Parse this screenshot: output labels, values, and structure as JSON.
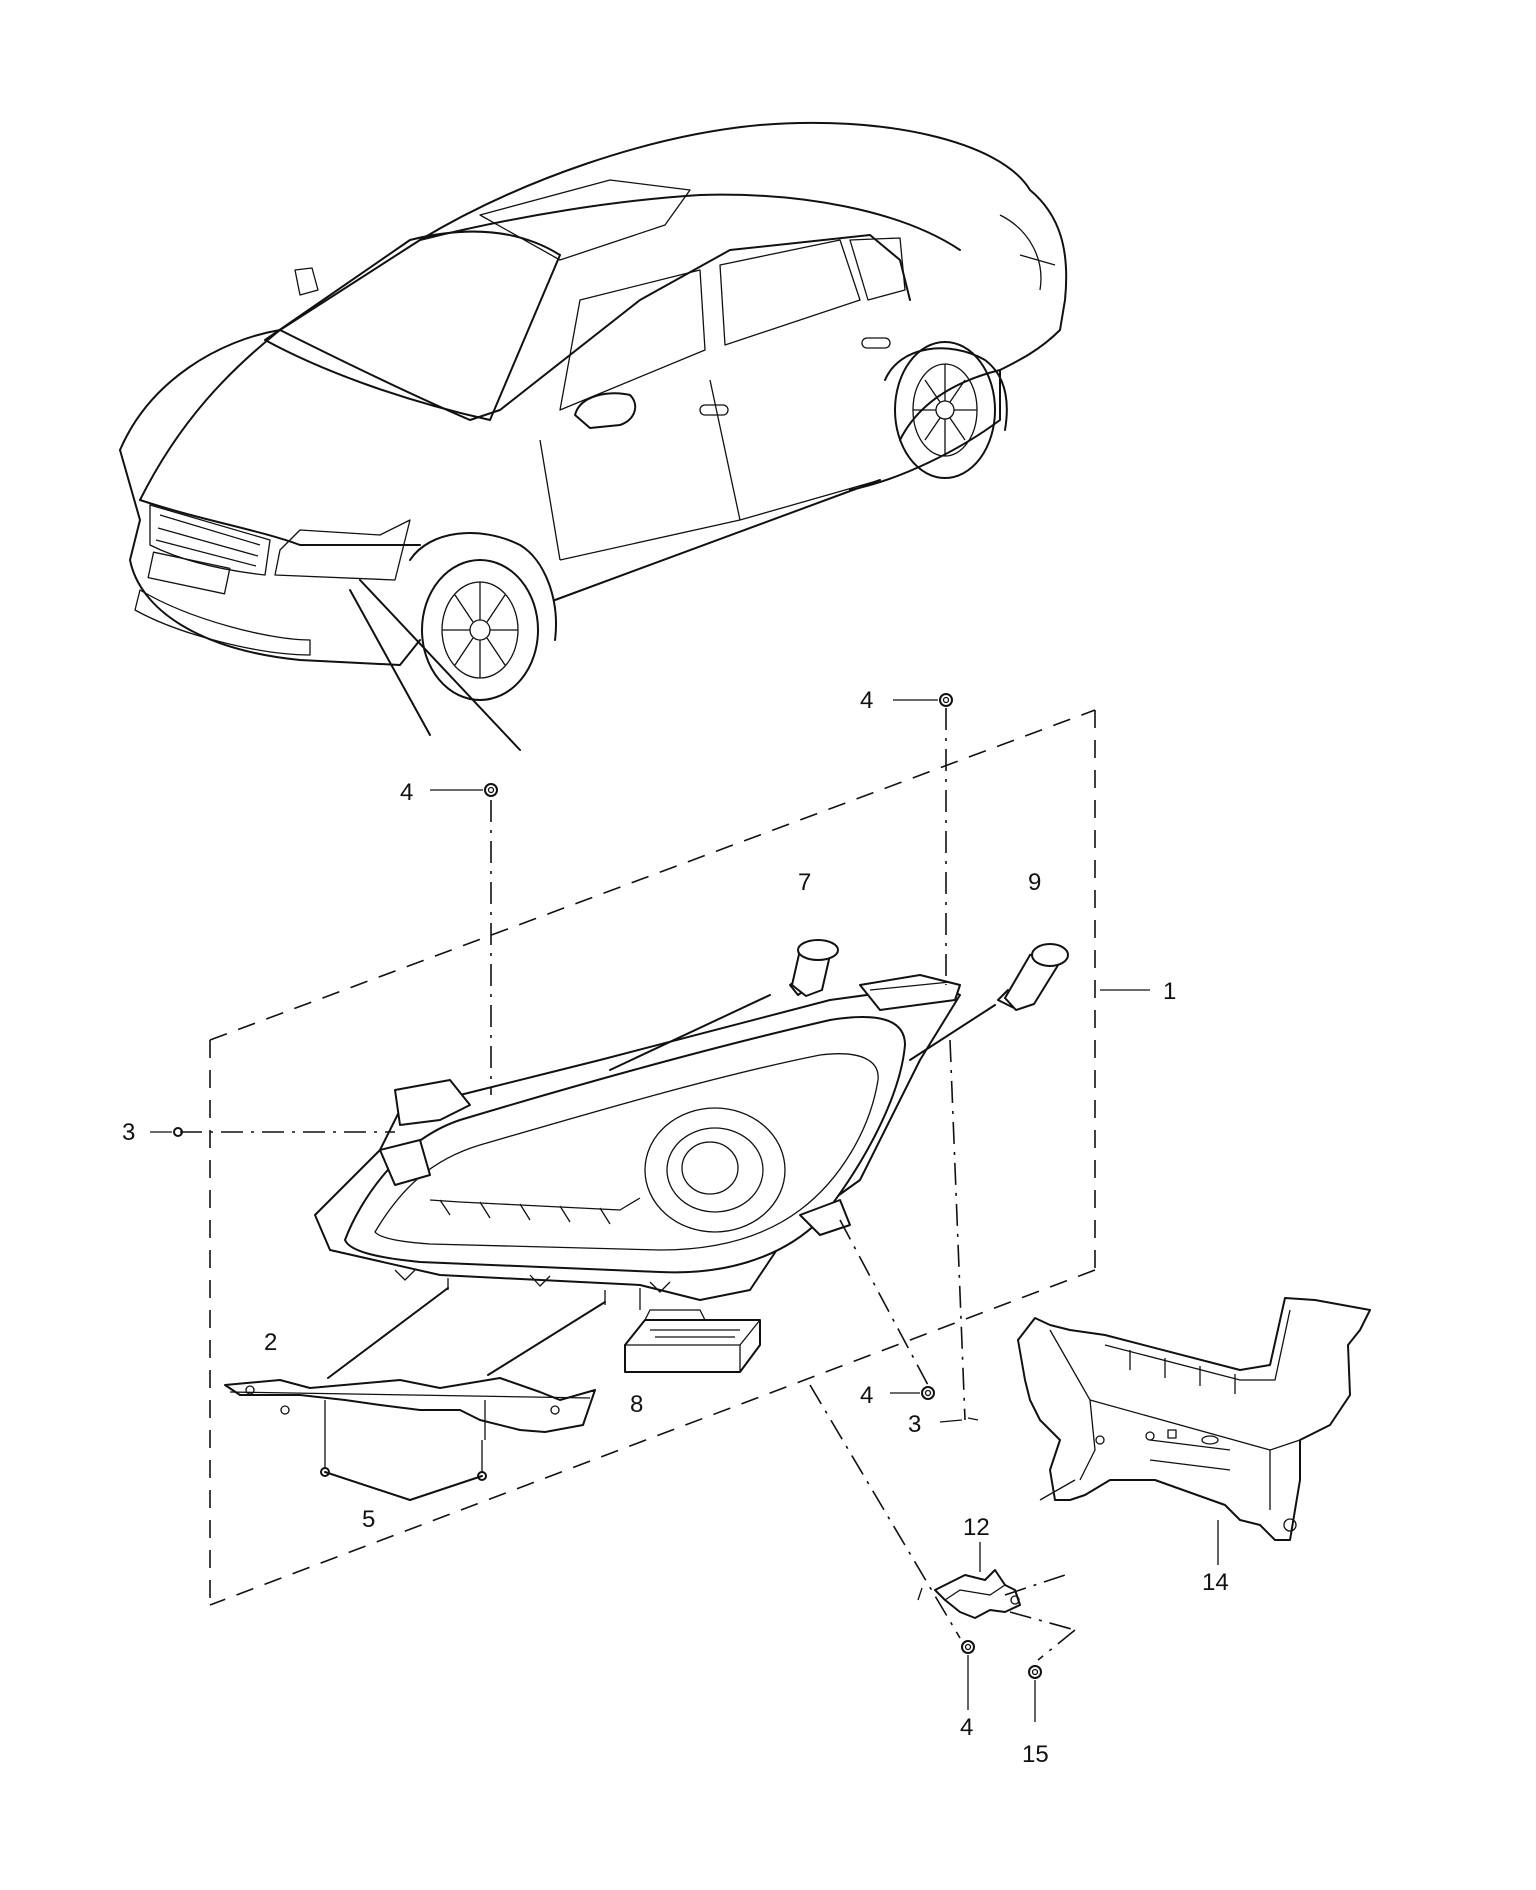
{
  "callouts": [
    {
      "id": "c1",
      "text": "1"
    },
    {
      "id": "c2",
      "text": "2"
    },
    {
      "id": "c3a",
      "text": "3"
    },
    {
      "id": "c3b",
      "text": "3"
    },
    {
      "id": "c4a",
      "text": "4"
    },
    {
      "id": "c4b",
      "text": "4"
    },
    {
      "id": "c4c",
      "text": "4"
    },
    {
      "id": "c4d",
      "text": "4"
    },
    {
      "id": "c5",
      "text": "5"
    },
    {
      "id": "c7",
      "text": "7"
    },
    {
      "id": "c8",
      "text": "8"
    },
    {
      "id": "c9",
      "text": "9"
    },
    {
      "id": "c12",
      "text": "12"
    },
    {
      "id": "c14",
      "text": "14"
    },
    {
      "id": "c15",
      "text": "15"
    }
  ]
}
